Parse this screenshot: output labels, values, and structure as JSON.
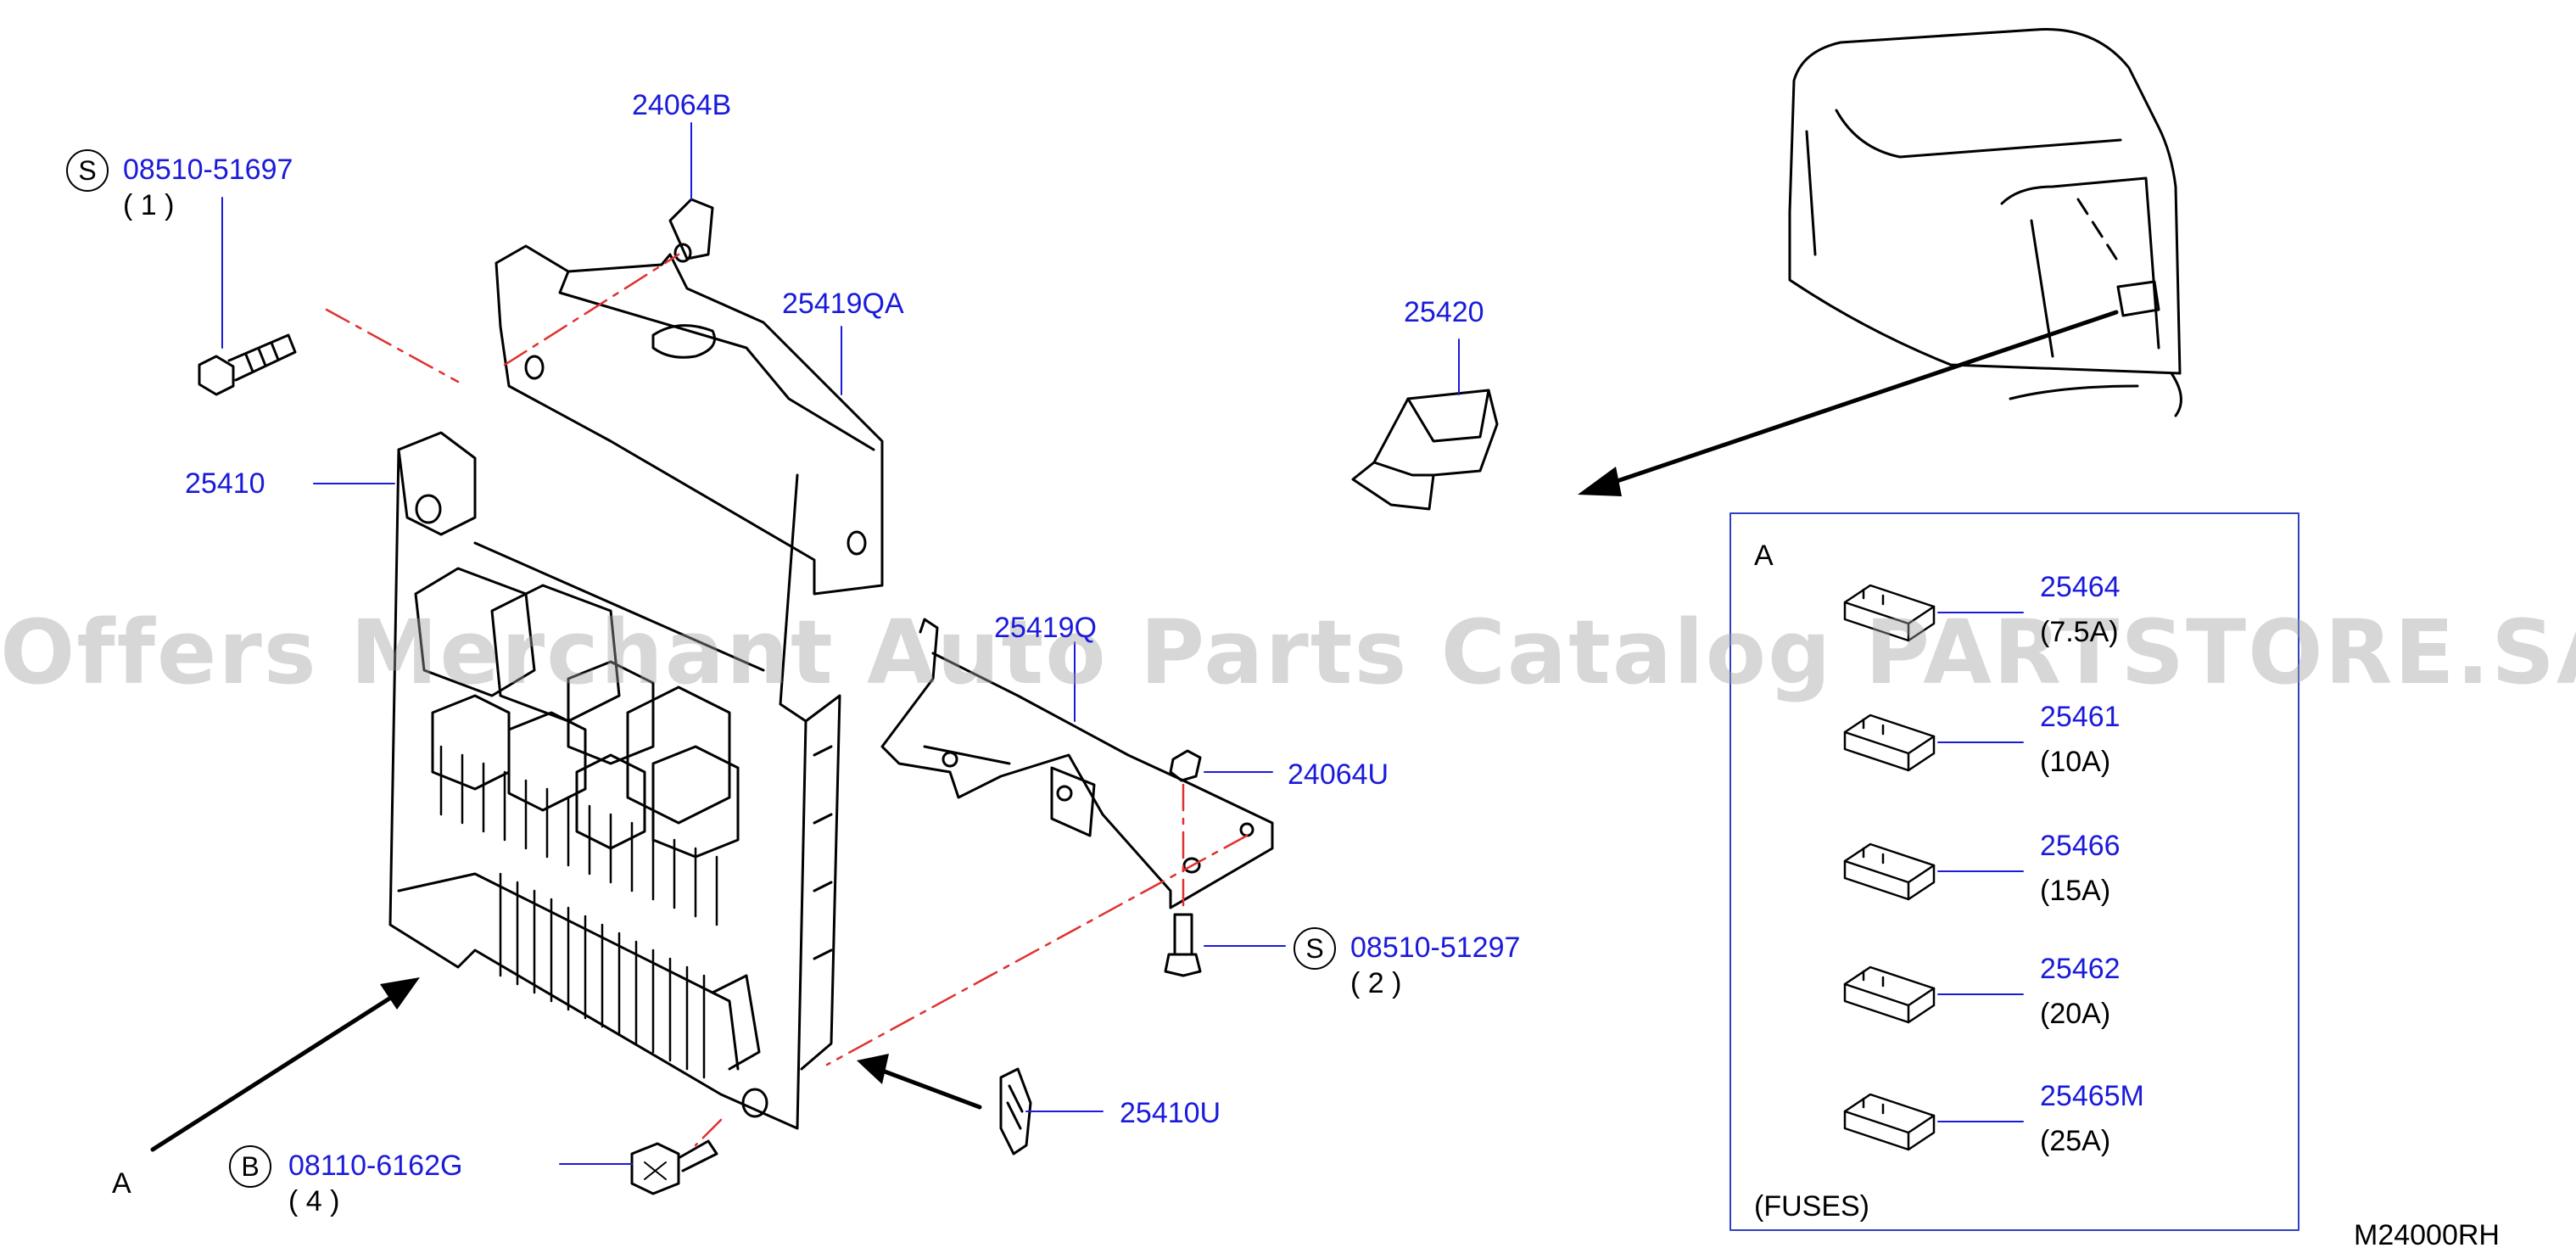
{
  "watermark": "Offers Merchant Auto Parts Catalog PARTSTORE.SA",
  "figure_code": "M24000RH",
  "colors": {
    "part_number": "#1a1adb",
    "leader": "#1a1adb",
    "line": "#000000",
    "center_line": "#e03030"
  },
  "parts": {
    "p1": {
      "num": "08510-51697",
      "qty": "( 1 )",
      "symbol": "S"
    },
    "p2": {
      "num": "24064B"
    },
    "p3": {
      "num": "25419QA"
    },
    "p4": {
      "num": "25410"
    },
    "p5": {
      "num": "25420"
    },
    "p6": {
      "num": "25419Q"
    },
    "p7": {
      "num": "24064U"
    },
    "p8": {
      "num": "08510-51297",
      "qty": "( 2 )",
      "symbol": "S"
    },
    "p9": {
      "num": "25410U"
    },
    "p10": {
      "num": "08110-6162G",
      "qty": "( 4 )",
      "symbol": "B"
    }
  },
  "view_ref": "A",
  "fuse_panel": {
    "title": "A",
    "footer": "(FUSES)",
    "fuses": [
      {
        "num": "25464",
        "rating": "(7.5A)"
      },
      {
        "num": "25461",
        "rating": "(10A)"
      },
      {
        "num": "25466",
        "rating": "(15A)"
      },
      {
        "num": "25462",
        "rating": "(20A)"
      },
      {
        "num": "25465M",
        "rating": "(25A)"
      }
    ]
  }
}
